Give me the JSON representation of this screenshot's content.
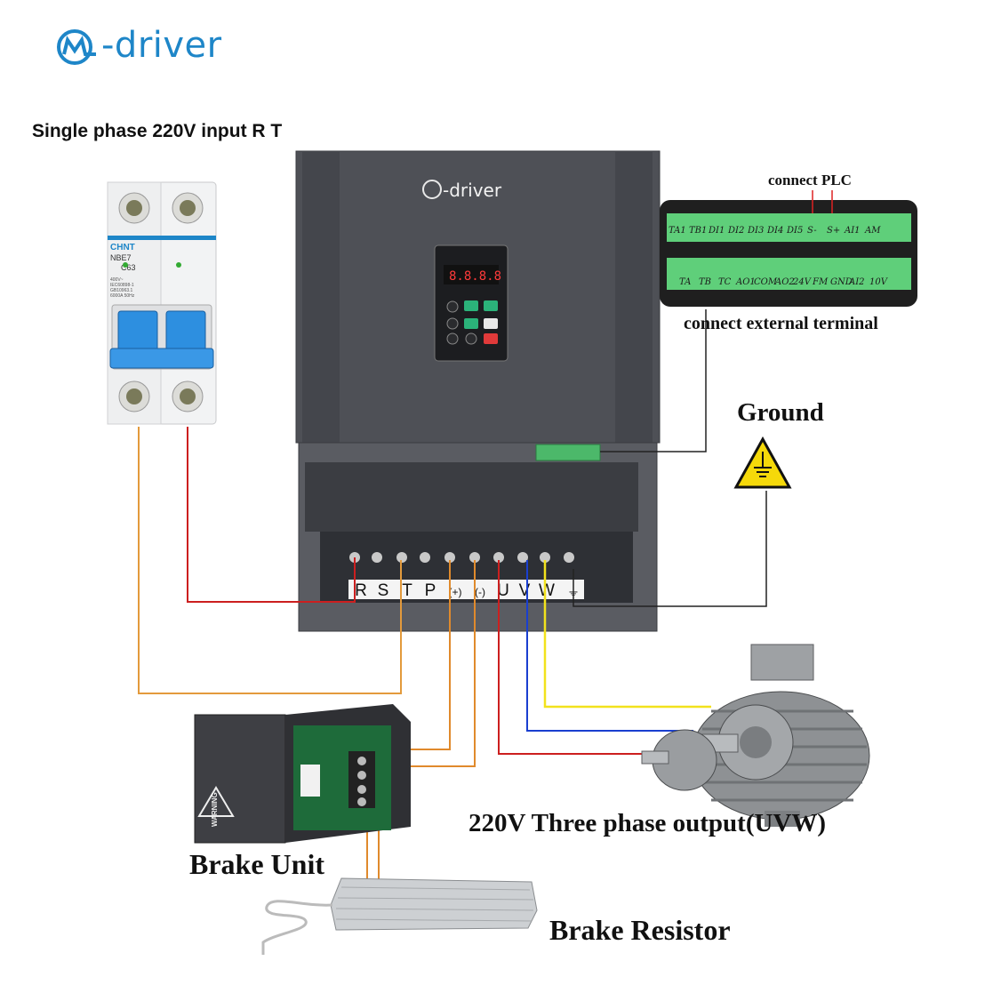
{
  "brand": {
    "logo_text": "-driver",
    "device_logo_text": "-driver"
  },
  "labels": {
    "input": "Single phase 220V input R  T",
    "connect_plc": "connect PLC",
    "connect_external": "connect external terminal",
    "ground": "Ground",
    "output": "220V Three phase output(UVW)",
    "brake_unit": "Brake Unit",
    "brake_resistor": "Brake Resistor"
  },
  "breaker": {
    "brand": "CHNT",
    "model": "NBE7",
    "rating": "C63",
    "spec_lines": [
      "400V~",
      "IEC60898-1",
      "GB10963.1",
      "6000A 50Hz"
    ]
  },
  "keypad": {
    "display": "8.8.8.8"
  },
  "terminal_strip": {
    "top_row": [
      "TA1",
      "TB1",
      "DI1",
      "DI2",
      "DI3",
      "DI4",
      "DI5",
      "S-",
      "S+",
      "AI1",
      "AM"
    ],
    "bottom_row": [
      "TA",
      "TB",
      "TC",
      "AO1",
      "COM",
      "AO2",
      "24V",
      "FM",
      "GND",
      "AI2",
      "10V"
    ]
  },
  "power_terminals": [
    "R",
    "S",
    "T",
    "P",
    "(+)",
    "(-)",
    "U",
    "V",
    "W",
    "⏚"
  ],
  "brake_unit_warning": "WARNING",
  "colors": {
    "brand_blue": "#1e86c8",
    "wire_red": "#cc1f1f",
    "wire_orange": "#e08a2c",
    "wire_blue": "#1a3fd0",
    "wire_yellow": "#f2e21c",
    "housing": "#4a4c52"
  }
}
